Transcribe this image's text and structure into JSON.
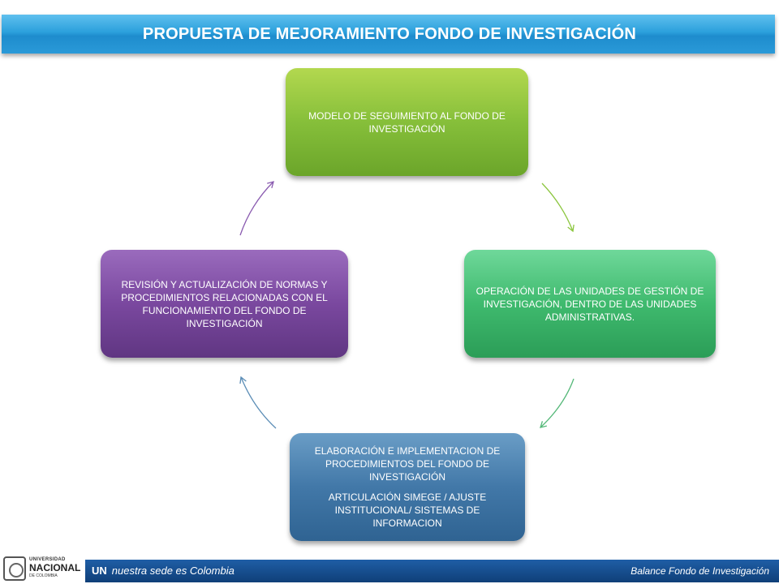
{
  "header": {
    "title": "PROPUESTA DE MEJORAMIENTO FONDO DE INVESTIGACIÓN"
  },
  "cycle": {
    "top": "MODELO DE SEGUIMIENTO AL FONDO DE INVESTIGACIÓN",
    "right": "OPERACIÓN DE LAS UNIDADES DE GESTIÓN DE INVESTIGACIÓN, DENTRO DE LAS UNIDADES ADMINISTRATIVAS.",
    "bottom_line1": "ELABORACIÓN E IMPLEMENTACION DE PROCEDIMIENTOS DEL FONDO DE INVESTIGACIÓN",
    "bottom_line2": "ARTICULACIÓN SIMEGE / AJUSTE INSTITUCIONAL/ SISTEMAS DE INFORMACION",
    "left": "REVISIÓN Y ACTUALIZACIÓN DE NORMAS Y PROCEDIMIENTOS RELACIONADAS CON EL FUNCIONAMIENTO DEL FONDO DE INVESTIGACIÓN"
  },
  "colors": {
    "title_bar": "#2ba0dc",
    "top_box": "#86bf3a",
    "right_box": "#3fba6e",
    "bottom_box": "#4278a8",
    "left_box": "#7a489f",
    "footer": "#1f5ea6"
  },
  "footer": {
    "un": "UN",
    "tagline": "nuestra sede es Colombia",
    "right": "Balance Fondo de Investigación"
  },
  "logo": {
    "line1": "UNIVERSIDAD",
    "line2": "NACIONAL",
    "line3": "DE COLOMBIA"
  }
}
